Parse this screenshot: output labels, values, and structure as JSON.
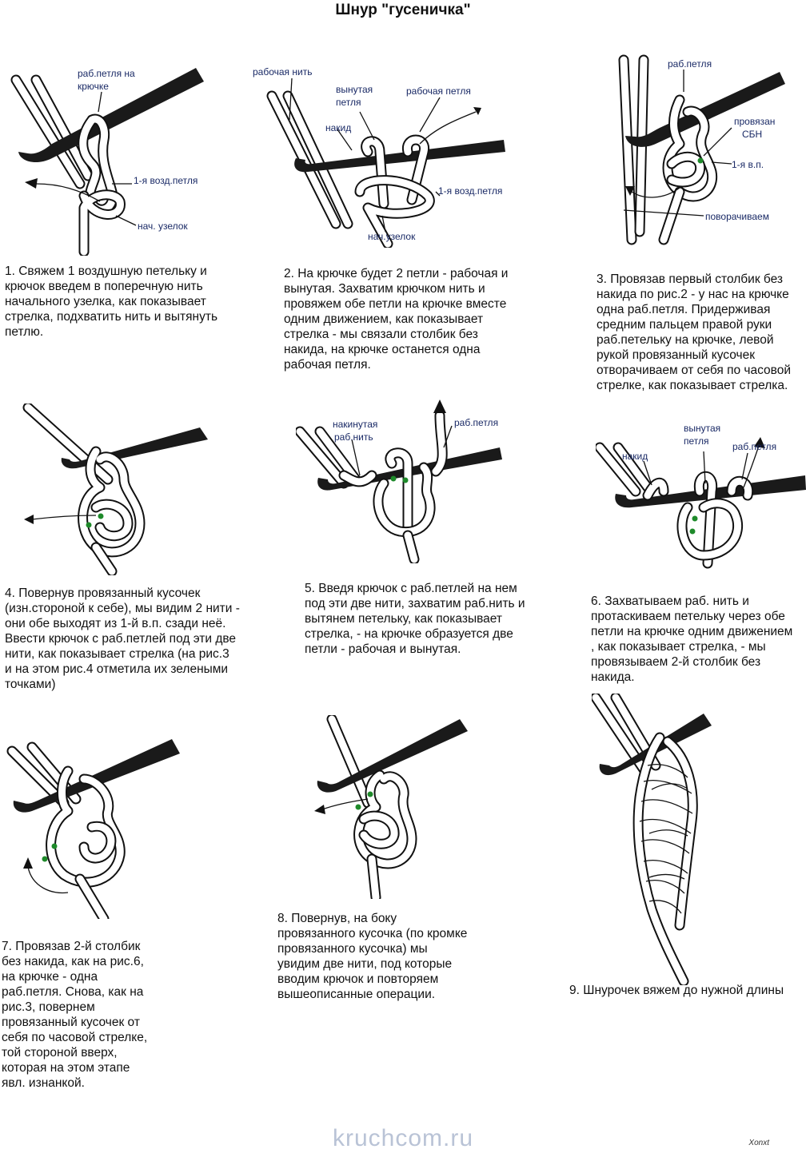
{
  "title": "Шнур \"гусеничка\"",
  "figures": {
    "f1": {
      "labels": [
        "раб.петля на",
        "крючке",
        "1-я возд.петля",
        "нач. узелок"
      ]
    },
    "f2": {
      "labels": [
        "рабочая нить",
        "вынутая",
        "петля",
        "рабочая петля",
        "накид",
        "1-я возд.петля",
        "нач.узелок"
      ]
    },
    "f3": {
      "labels": [
        "раб.петля",
        "провязан",
        "СБН",
        "1-я в.п.",
        "поворачиваем"
      ]
    },
    "f5": {
      "labels": [
        "накинутая",
        "раб.нить",
        "раб.петля"
      ]
    },
    "f6": {
      "labels": [
        "вынутая",
        "петля",
        "накид",
        "раб.петля"
      ]
    }
  },
  "steps": [
    [
      "1. Свяжем 1 воздушную петельку и",
      "крючок введем в поперечную нить",
      "начального узелка, как показывает",
      "стрелка, подхватить нить и вытянуть",
      "петлю."
    ],
    [
      "2. На крючке будет 2 петли - рабочая  и",
      "вынутая.  Захватим крючком нить  и",
      "провяжем обе петли на крючке  вместе",
      "одним движением, как показывает",
      "стрелка  -  мы  связали столбик без",
      "накида, на крючке останется одна",
      "рабочая петля."
    ],
    [
      "3. Провязав первый столбик без",
      "накида по рис.2 - у нас на крючке",
      "одна раб.петля.  Придерживая",
      "средним пальцем правой руки",
      "раб.петельку на крючке, левой",
      "рукой провязанный кусочек",
      "отворачиваем от себя по часовой",
      "стрелке, как показывает стрелка."
    ],
    [
      "4. Повернув провязанный кусочек",
      "(изн.стороной к себе), мы видим  2 нити -",
      "они обе выходят из 1-й в.п. сзади неё.",
      "Ввести крючок с раб.петлей под эти две",
      "нити, как показывает стрелка (на рис.3",
      "и на этом рис.4 отметила их зелеными",
      "точками)"
    ],
    [
      "5. Введя крючок с раб.петлей на нем",
      "под эти две нити, захватим раб.нить и",
      "вытянем петельку, как показывает",
      "стрелка,  - на крючке образуется  две",
      "петли - рабочая и вынутая."
    ],
    [
      "6. Захватываем раб. нить и",
      "протаскиваем петельку через обе",
      "петли на крючке одним движением",
      ", как показывает стрелка, - мы",
      "провязываем 2-й столбик без",
      "накида."
    ],
    [
      "7. Провязав 2-й столбик",
      "без накида, как на рис.6,",
      "на крючке - одна",
      "раб.петля.  Снова, как на",
      "рис.3,  повернем",
      "провязанный кусочек от",
      "себя по часовой стрелке,",
      "той стороной вверх,",
      "которая на этом этапе",
      "явл. изнанкой."
    ],
    [
      "8. Повернув, на боку",
      "провязанного кусочка (по  кромке",
      "провязанного кусочка)  мы",
      "увидим две нити, под которые",
      "вводим крючок и повторяем",
      "вышеописанные операции."
    ],
    [
      "9. Шнурочек вяжем до нужной длины"
    ]
  ],
  "footer": "kruchcom.ru",
  "signature": "Xonxt"
}
